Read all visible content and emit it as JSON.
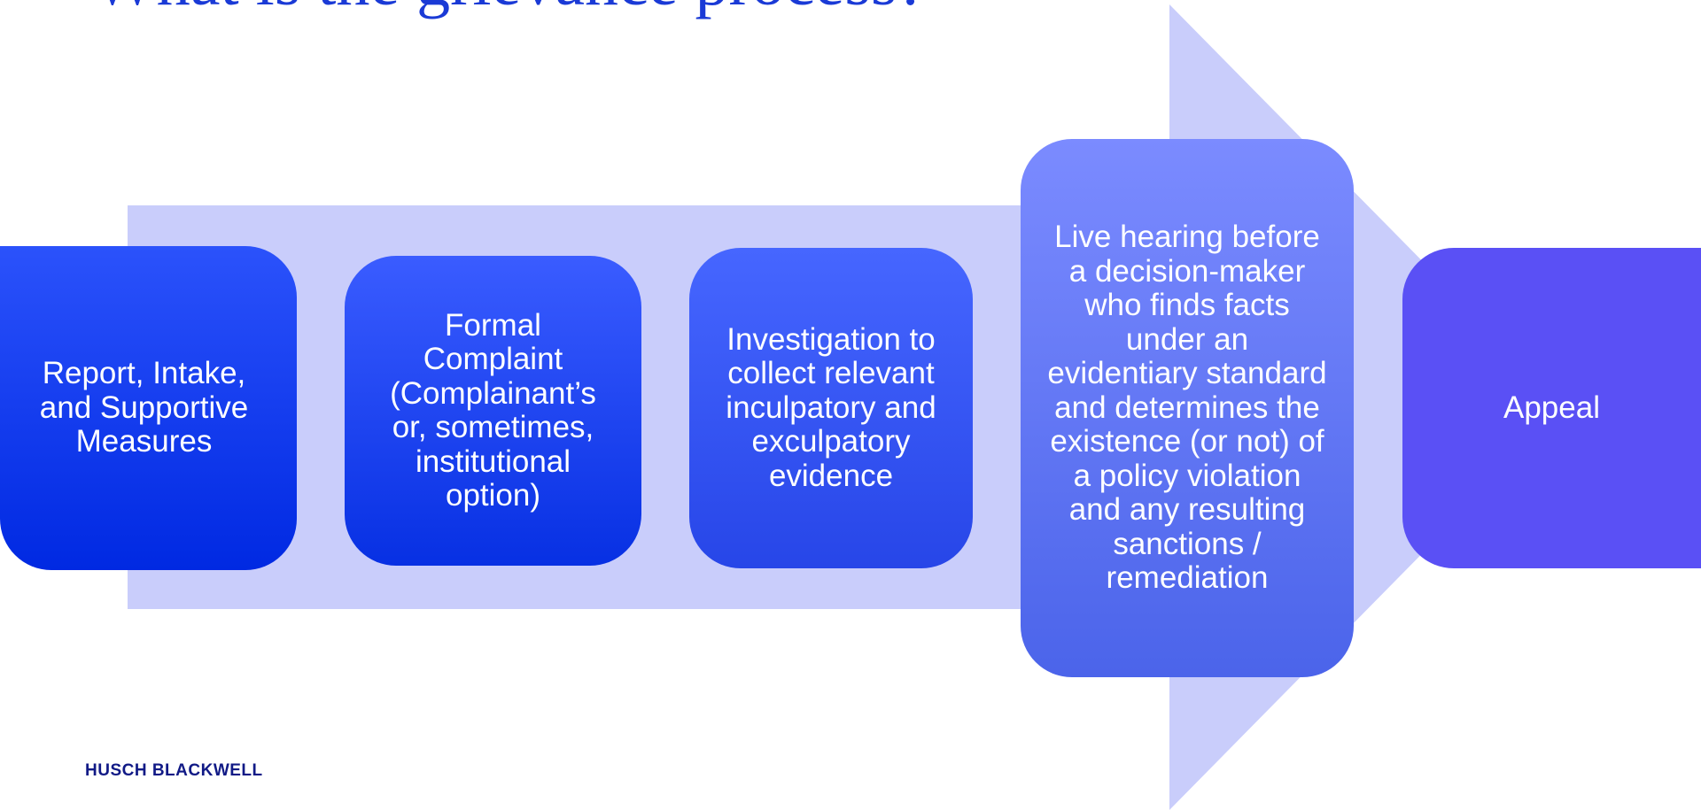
{
  "slide": {
    "title": "What is the grievance process?"
  },
  "steps": [
    {
      "label": "Report, Intake, and Supportive Measures"
    },
    {
      "label": "Formal Complaint (Complainant’s or, sometimes, institutional option)"
    },
    {
      "label": "Investigation to collect relevant inculpatory and exculpatory evidence"
    },
    {
      "label": "Live hearing before a decision-maker who finds facts under an evidentiary standard and determines the existence (or not) of a policy violation and any resulting sanctions / remediation"
    },
    {
      "label": "Appeal"
    }
  ],
  "footer": {
    "logo_text": "HUSCH BLACKWELL"
  },
  "colors": {
    "title": "#1a3ad6",
    "arrow": "#c9cdfb",
    "logo": "#111a86"
  }
}
